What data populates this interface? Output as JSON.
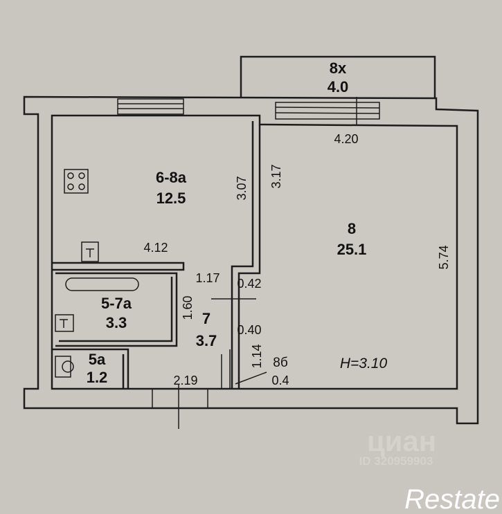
{
  "rooms": {
    "balcony": {
      "number": "8х",
      "area": "4.0"
    },
    "kitchen": {
      "number": "6-8а",
      "area": "12.5"
    },
    "living": {
      "number": "8",
      "area": "25.1"
    },
    "bathroom": {
      "number": "5-7а",
      "area": "3.3"
    },
    "toilet": {
      "number": "5а",
      "area": "1.2"
    },
    "hall": {
      "number": "7",
      "area": "3.7"
    },
    "closet": {
      "number": "8б",
      "area": "0.4"
    }
  },
  "dimensions": {
    "d420": "4.20",
    "d307": "3.07",
    "d317": "3.17",
    "d412": "4.12",
    "d574": "5.74",
    "d117": "1.17",
    "d042": "0.42",
    "d160": "1.60",
    "d040": "0.40",
    "d114": "1.14",
    "d219": "2.19"
  },
  "ceiling_height": "H=3.10",
  "watermark": {
    "brand": "циан",
    "id": "ID 320959903"
  },
  "logo": "Restate"
}
